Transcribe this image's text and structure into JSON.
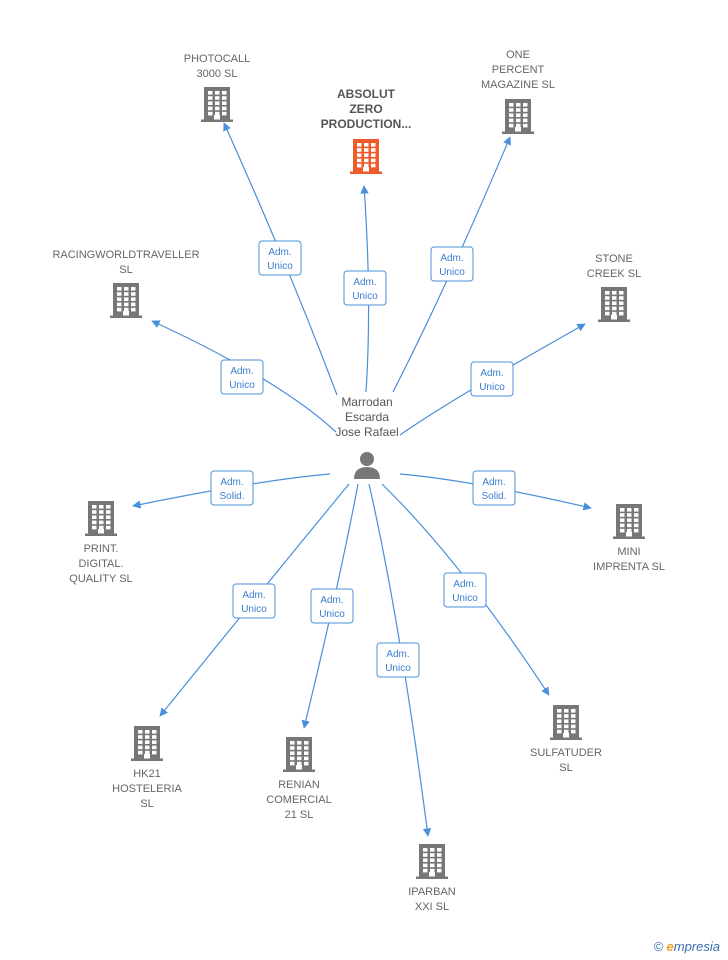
{
  "person": {
    "name_lines": [
      "Marrodan",
      "Escarda",
      "Jose Rafael"
    ],
    "icon": "person-icon"
  },
  "companies": [
    {
      "id": "photocall",
      "lines": [
        "PHOTOCALL",
        "3000 SL"
      ],
      "role": [
        "Adm.",
        "Unico"
      ],
      "focus": false,
      "icon": "building-icon"
    },
    {
      "id": "absolut",
      "lines": [
        "ABSOLUT",
        "ZERO",
        "PRODUCTION..."
      ],
      "role": [
        "Adm.",
        "Unico"
      ],
      "focus": true,
      "icon": "building-icon"
    },
    {
      "id": "one-percent",
      "lines": [
        "ONE",
        "PERCENT",
        "MAGAZINE  SL"
      ],
      "role": [
        "Adm.",
        "Unico"
      ],
      "focus": false,
      "icon": "building-icon"
    },
    {
      "id": "racingworld",
      "lines": [
        "RACINGWORLDTRAVELLER",
        "SL"
      ],
      "role": [
        "Adm.",
        "Unico"
      ],
      "focus": false,
      "icon": "building-icon"
    },
    {
      "id": "stone-creek",
      "lines": [
        "STONE",
        "CREEK SL"
      ],
      "role": [
        "Adm.",
        "Unico"
      ],
      "focus": false,
      "icon": "building-icon"
    },
    {
      "id": "print-digital",
      "lines": [
        "PRINT.",
        "DIGITAL.",
        "QUALITY SL"
      ],
      "role": [
        "Adm.",
        "Solid."
      ],
      "focus": false,
      "icon": "building-icon"
    },
    {
      "id": "mini-imprenta",
      "lines": [
        "MINI",
        "IMPRENTA SL"
      ],
      "role": [
        "Adm.",
        "Solid."
      ],
      "focus": false,
      "icon": "building-icon"
    },
    {
      "id": "hk21",
      "lines": [
        "HK21",
        "HOSTELERIA",
        "SL"
      ],
      "role": [
        "Adm.",
        "Unico"
      ],
      "focus": false,
      "icon": "building-icon"
    },
    {
      "id": "renian",
      "lines": [
        "RENIAN",
        "COMERCIAL",
        "21  SL"
      ],
      "role": [
        "Adm.",
        "Unico"
      ],
      "focus": false,
      "icon": "building-icon"
    },
    {
      "id": "iparban",
      "lines": [
        "IPARBAN",
        "XXI SL"
      ],
      "role": [
        "Adm.",
        "Unico"
      ],
      "focus": false,
      "icon": "building-icon"
    },
    {
      "id": "sulfatuder",
      "lines": [
        "SULFATUDER",
        "SL"
      ],
      "role": [
        "Adm.",
        "Unico"
      ],
      "focus": false,
      "icon": "building-icon"
    }
  ],
  "colors": {
    "edge": "#4a8fd9",
    "building": "#777777",
    "building_focus": "#ee5a2a",
    "person": "#777777"
  },
  "watermark": {
    "copyright": "©",
    "brand_first": "e",
    "brand_rest": "mpresia"
  }
}
